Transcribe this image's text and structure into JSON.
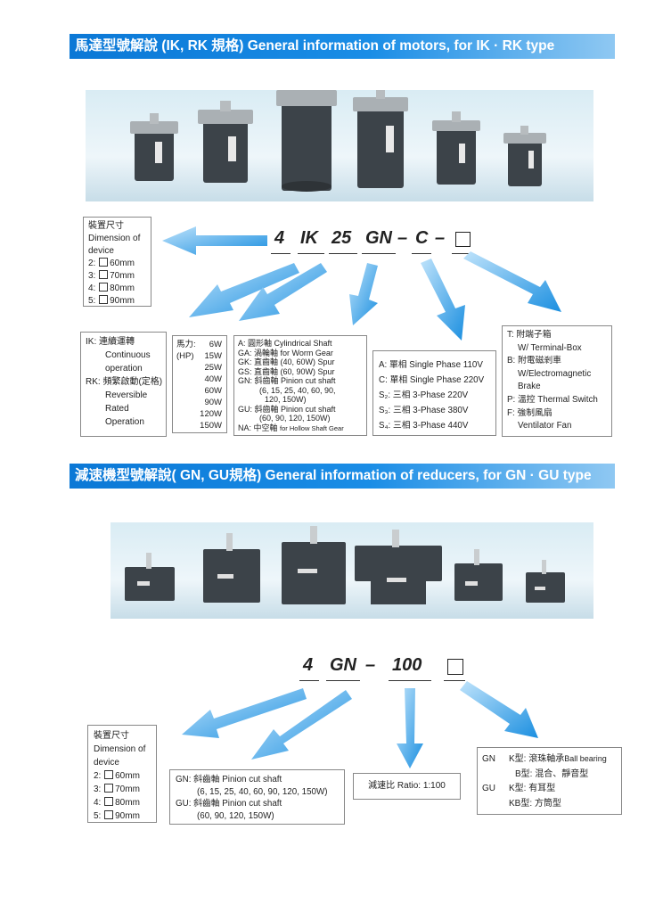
{
  "motors": {
    "banner": "馬達型號解說 (IK, RK 規格) General information of motors,  for IK · RK type",
    "code": [
      "4",
      "IK",
      "25",
      "GN",
      "–",
      "C",
      "–",
      ""
    ],
    "dimension": {
      "title_cn": "裝置尺寸",
      "title_en_1": "Dimension of",
      "title_en_2": "device",
      "items": [
        {
          "key": "2:",
          "value": "60mm"
        },
        {
          "key": "3:",
          "value": "70mm"
        },
        {
          "key": "4:",
          "value": "80mm"
        },
        {
          "key": "5:",
          "value": "90mm"
        }
      ]
    },
    "type_box": {
      "ik_key": "IK:",
      "ik_cn": "連續運轉",
      "ik_en_1": "Continuous",
      "ik_en_2": "operation",
      "rk_key": "RK:",
      "rk_cn": "頻繁啟動(定格)",
      "rk_en_1": "Reversible",
      "rk_en_2": "Rated",
      "rk_en_3": "Operation"
    },
    "power_box": {
      "label_1": "馬力:",
      "label_2": "(HP)",
      "values": [
        "6W",
        "15W",
        "25W",
        "40W",
        "60W",
        "90W",
        "120W",
        "150W"
      ]
    },
    "shaft_box": {
      "lines": [
        "A: 圓形軸 Cylindrical Shaft",
        "GA: 渦輪軸 for Worm Gear",
        "GK: 直齒軸 (40, 60W) Spur",
        "GS: 直齒軸 (60, 90W) Spur",
        "GN: 斜齒軸 Pinion cut shaft",
        "(6, 15, 25, 40, 60, 90,",
        "120, 150W)",
        "GU: 斜齒軸 Pinion cut shaft",
        "(60, 90, 120, 150W)"
      ],
      "na_main": "NA: 中空軸",
      "na_small": "for Hollow Shaft Gear"
    },
    "voltage_box": {
      "lines": [
        "A: 單相 Single Phase 110V",
        "C: 單相 Single Phase 220V",
        "S₂: 三相 3-Phase 220V",
        "S₃: 三相 3-Phase 380V",
        "S₄: 三相 3-Phase 440V"
      ]
    },
    "option_box": {
      "lines": [
        "T: 附端子箱",
        "W/ Terminal-Box",
        "B: 附電磁剎車",
        "W/Electromagnetic",
        "Brake",
        "P: 溫控 Thermal Switch",
        "F: 強制風扇",
        "Ventilator Fan"
      ]
    }
  },
  "reducers": {
    "banner": "減速機型號解說( GN, GU規格) General information of reducers, for GN · GU type",
    "code": [
      "4",
      "GN",
      "–",
      "100",
      ""
    ],
    "dimension": {
      "title_cn": "裝置尺寸",
      "title_en_1": "Dimension of",
      "title_en_2": "device",
      "items": [
        {
          "key": "2:",
          "value": "60mm"
        },
        {
          "key": "3:",
          "value": "70mm"
        },
        {
          "key": "4:",
          "value": "80mm"
        },
        {
          "key": "5:",
          "value": "90mm"
        }
      ]
    },
    "shaft_box": {
      "lines": [
        "GN: 斜齒軸 Pinion cut shaft",
        "(6, 15, 25, 40, 60, 90, 120, 150W)",
        "GU: 斜齒軸 Pinion cut shaft",
        "(60, 90, 120, 150W)"
      ]
    },
    "ratio_box": {
      "text": "減速比 Ratio: 1:100"
    },
    "bearing_box": {
      "gn": "GN",
      "gn_k": "K型: 滾珠軸承",
      "gn_k_en": "Ball bearing",
      "gn_b": "B型: 混合、靜音型",
      "gu": "GU",
      "gu_k": "K型: 有耳型",
      "gu_kb": "KB型: 方筒型"
    }
  },
  "colors": {
    "banner": "#0b78d6",
    "arrow": "#2a9de8",
    "body_dark": "#3c4349"
  }
}
